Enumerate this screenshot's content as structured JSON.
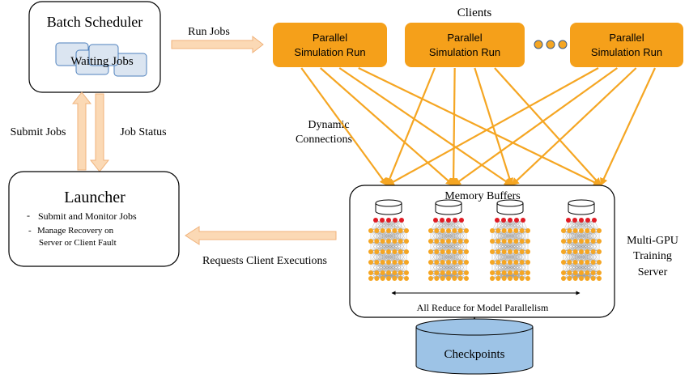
{
  "scheduler": {
    "title": "Batch Scheduler",
    "queue_label": "Waiting Jobs"
  },
  "edges": {
    "run_jobs": "Run Jobs",
    "submit_jobs": "Submit Jobs",
    "job_status": "Job Status",
    "dynamic_connections_line1": "Dynamic",
    "dynamic_connections_line2": "Connections",
    "requests_client_executions": "Requests Client Executions"
  },
  "clients": {
    "title": "Clients",
    "node_line1": "Parallel",
    "node_line2": "Simulation Run",
    "count_shown": 3,
    "ellipsis_color": "#f5a623"
  },
  "launcher": {
    "title": "Launcher",
    "bullets": [
      "Submit and Monitor Jobs",
      "Manage Recovery on Server or Client Fault"
    ],
    "bullet_2_line1": "Manage Recovery on",
    "bullet_2_line2": "Server or Client Fault"
  },
  "server": {
    "memory_buffers": "Memory Buffers",
    "label_line1": "Multi-GPU",
    "label_line2": "Training",
    "label_line3": "Server",
    "all_reduce": "All Reduce for Model Parallelism",
    "gpu_count": 4
  },
  "checkpoints": {
    "label": "Checkpoints",
    "fill_color": "#9dc3e6"
  },
  "colors": {
    "client_fill": "#f5a01a",
    "arrow": "#f5a623",
    "block_arrow_fill": "#fbd9b5",
    "block_arrow_stroke": "#f0b27a",
    "neuron_top": "#e01b24",
    "neuron": "#f5a623",
    "queue_fill": "#dbe5f1",
    "queue_stroke": "#4f81bd"
  }
}
